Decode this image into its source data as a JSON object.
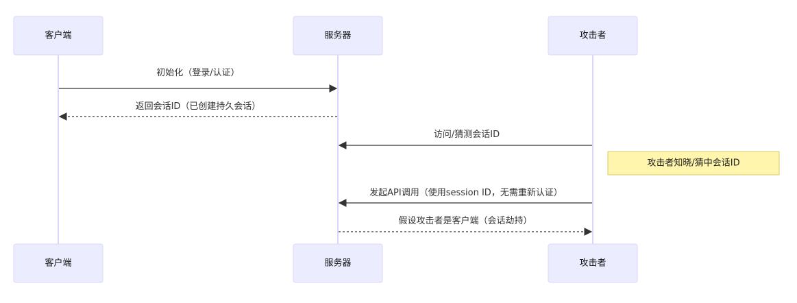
{
  "diagram": {
    "type": "sequence",
    "participants": [
      {
        "id": "client",
        "label": "客户端"
      },
      {
        "id": "server",
        "label": "服务器"
      },
      {
        "id": "attacker",
        "label": "攻击者"
      }
    ],
    "messages": [
      {
        "from": "client",
        "to": "server",
        "label": "初始化（登录/认证）",
        "style": "solid"
      },
      {
        "from": "server",
        "to": "client",
        "label": "返回会话ID（已创建持久会话）",
        "style": "dashed"
      },
      {
        "from": "attacker",
        "to": "server",
        "label": "访问/猜测会话ID",
        "style": "solid"
      },
      {
        "note": true,
        "over": "attacker",
        "position": "right",
        "label": "攻击者知晓/猜中会话ID"
      },
      {
        "from": "attacker",
        "to": "server",
        "label": "发起API调用（使用session ID，无需重新认证）",
        "style": "solid"
      },
      {
        "from": "server",
        "to": "attacker",
        "label": "假设攻击者是客户端（会话劫持）",
        "style": "dashed"
      }
    ],
    "colors": {
      "actor_fill": "#ECECFF",
      "actor_border": "#dcd6fa",
      "lifeline": "#ddd6fb",
      "message_line": "#333333",
      "note_fill": "#fff5ad",
      "note_border": "#d6cc6a"
    }
  }
}
